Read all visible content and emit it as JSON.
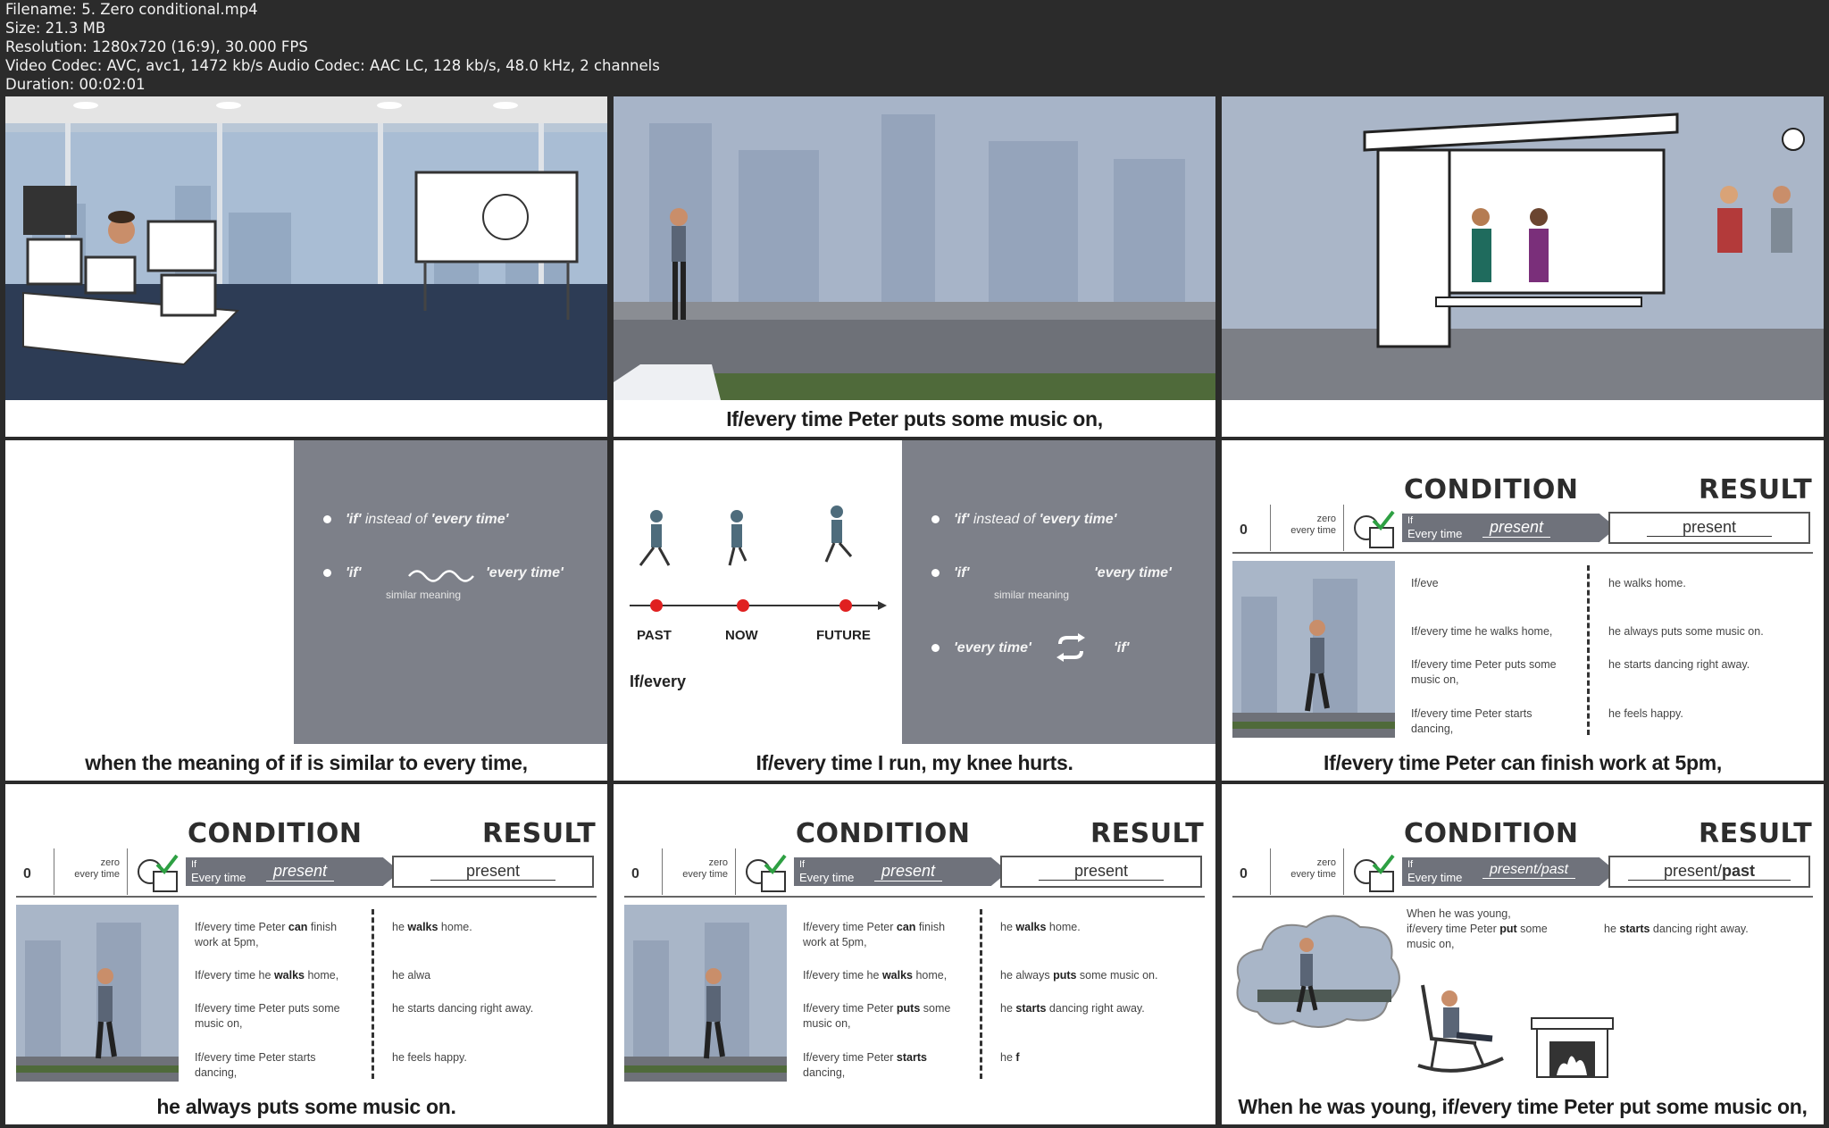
{
  "meta": {
    "filename": "Filename: 5. Zero conditional.mp4",
    "size": "Size: 21.3 MB",
    "resolution": "Resolution: 1280x720 (16:9), 30.000 FPS",
    "codec": "Video Codec: AVC, avc1, 1472 kb/s Audio Codec: AAC LC, 128 kb/s, 48.0 kHz, 2 channels",
    "duration": "Duration: 00:02:01"
  },
  "colors": {
    "accent_red": "#e02020",
    "panel_grey": "#7d8089",
    "check_green": "#2ea043"
  },
  "frames": {
    "f1": {
      "caption": ""
    },
    "f2": {
      "caption": "If/every time Peter puts some music on,"
    },
    "f3": {
      "caption": ""
    },
    "f4": {
      "caption": "when the meaning of if is similar to every time,",
      "b1_if": "'if'",
      "b1_mid": " instead of ",
      "b1_every": "'every time'",
      "b2_if": "'if'",
      "b2_every": "'every time'",
      "b2_note": "similar meaning"
    },
    "f5": {
      "caption": "If/every time I run, my knee hurts.",
      "timeline": [
        "PAST",
        "NOW",
        "FUTURE"
      ],
      "ifevery": "If/every",
      "b1_if": "'if'",
      "b1_mid": " instead of ",
      "b1_every": "'every time'",
      "b2_if": "'if'",
      "b2_every": "'every time'",
      "b2_note": "similar meaning",
      "b3_every": "'every time'",
      "b3_if": "'if'"
    },
    "f6": {
      "caption": "If/every time Peter can finish work at 5pm,",
      "condition": "CONDITION",
      "result": "RESULT",
      "zero_num": "0",
      "zero_lbl1": "zero",
      "zero_lbl2": "every time",
      "tab_if": "If",
      "tab_every": "Every time",
      "tab_tense": "present",
      "res_tense": "present",
      "left": [
        "If/eve",
        "If/every time he walks home,",
        "If/every time Peter puts some music on,",
        "If/every time Peter starts dancing,"
      ],
      "right": [
        "he walks home.",
        "he always puts some music on.",
        "he starts dancing right away.",
        "he feels happy."
      ]
    },
    "f7": {
      "caption": "he always puts some music on.",
      "condition": "CONDITION",
      "result": "RESULT",
      "zero_num": "0",
      "zero_lbl1": "zero",
      "zero_lbl2": "every time",
      "tab_if": "If",
      "tab_every": "Every time",
      "tab_tense": "present",
      "res_tense": "present",
      "l1a": "If/every time Peter ",
      "l1b": "can",
      "l1c": " finish work at 5pm,",
      "l2a": "If/every time he ",
      "l2b": "walks",
      "l2c": " home,",
      "l3": "If/every time Peter puts some music on,",
      "l4": "If/every time Peter starts dancing,",
      "r1a": "he ",
      "r1b": "walks",
      "r1c": " home.",
      "r2": "he alwa",
      "r3": "he starts dancing right away.",
      "r4": "he feels happy."
    },
    "f8": {
      "caption": "",
      "condition": "CONDITION",
      "result": "RESULT",
      "zero_num": "0",
      "zero_lbl1": "zero",
      "zero_lbl2": "every time",
      "tab_if": "If",
      "tab_every": "Every time",
      "tab_tense": "present",
      "res_tense": "present",
      "l1a": "If/every time Peter ",
      "l1b": "can",
      "l1c": " finish work at 5pm,",
      "l2a": "If/every time he ",
      "l2b": "walks",
      "l2c": " home,",
      "l3a": "If/every time Peter ",
      "l3b": "puts",
      "l3c": " some music on,",
      "l4a": "If/every time Peter ",
      "l4b": "starts",
      "l4c": " dancing,",
      "r1a": "he ",
      "r1b": "walks",
      "r1c": " home.",
      "r2a": "he always ",
      "r2b": "puts",
      "r2c": " some music on.",
      "r3a": "he ",
      "r3b": "starts",
      "r3c": " dancing right away.",
      "r4a": "he ",
      "r4b": "f"
    },
    "f9": {
      "caption": "When he was young, if/every time Peter put some music on,",
      "condition": "CONDITION",
      "result": "RESULT",
      "zero_num": "0",
      "zero_lbl1": "zero",
      "zero_lbl2": "every time",
      "tab_if": "If",
      "tab_every": "Every time",
      "tab_tense": "present/past",
      "res_tense_a": "present/",
      "res_tense_b": "past",
      "l1": "When he was young,",
      "l2a": "if/every time Peter ",
      "l2b": "put",
      "l2c": " some music on,",
      "r1a": "he ",
      "r1b": "starts",
      "r1c": " dancing right away."
    }
  }
}
